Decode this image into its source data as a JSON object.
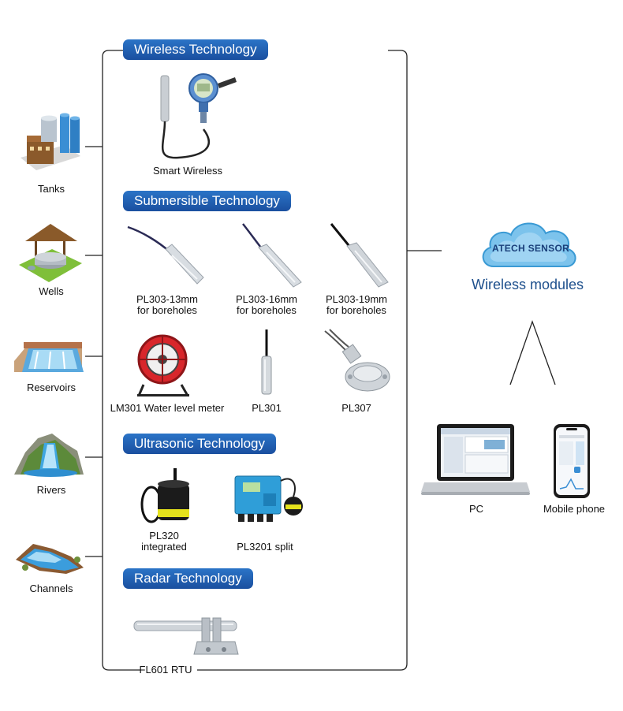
{
  "sources": {
    "tanks": "Tanks",
    "wells": "Wells",
    "reservoirs": "Reservoirs",
    "rivers": "Rivers",
    "channels": "Channels"
  },
  "sections": {
    "wireless": "Wireless Technology",
    "submersible": "Submersible Technology",
    "ultrasonic": "Ultrasonic Technology",
    "radar": "Radar Technology"
  },
  "products": {
    "smart_wireless": "Smart Wireless",
    "pl303_13": [
      "PL303-13mm",
      "for boreholes"
    ],
    "pl303_16": [
      "PL303-16mm",
      "for boreholes"
    ],
    "pl303_19": [
      "PL303-19mm",
      "for boreholes"
    ],
    "lm301": "LM301 Water level meter",
    "pl301": "PL301",
    "pl307": "PL307",
    "pl320": [
      "PL320",
      "integrated"
    ],
    "pl3201": "PL3201 split",
    "fl601": "FL601 RTU"
  },
  "right": {
    "cloud_brand": "ATECH SENSOR",
    "wireless_modules": "Wireless modules",
    "pc": "PC",
    "mobile_phone": "Mobile phone"
  },
  "colors": {
    "section_blue": "#1f5fae",
    "line": "#222222",
    "cloud": "#4aa8e0"
  }
}
